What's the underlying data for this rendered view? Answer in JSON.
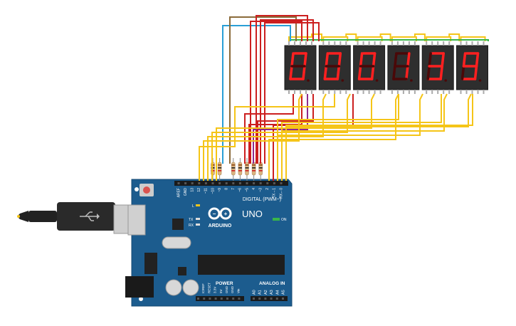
{
  "board": {
    "brand": "ARDUINO",
    "model": "UNO",
    "digital_label": "DIGITAL (PWM~)",
    "power_label": "POWER",
    "analog_label": "ANALOG IN",
    "on_label": "ON",
    "led_l": "L",
    "led_tx": "TX",
    "led_rx": "RX",
    "top_pins": [
      "AREF",
      "GND",
      "13",
      "12",
      "~11",
      "~10",
      "~9",
      "8",
      "7",
      "~6",
      "~5",
      "4",
      "~3",
      "2",
      "TX→1",
      "RX←0"
    ],
    "power_pins": [
      "IOREF",
      "RESET",
      "3.3V",
      "5V",
      "GND",
      "GND",
      "Vin"
    ],
    "analog_pins": [
      "A0",
      "A1",
      "A2",
      "A3",
      "A4",
      "A5"
    ]
  },
  "displays": {
    "digits": [
      "0",
      "0",
      "0",
      "1",
      "3",
      "9"
    ]
  },
  "colors": {
    "board": "#1c5c8e",
    "wire_yellow": "#f5c518",
    "wire_red": "#cc1f1f",
    "wire_blue": "#2a9fd6",
    "wire_brown": "#8b6b3a",
    "wire_green": "#39b54a",
    "wire_purple": "#8e2a8e",
    "segment_on": "#ff2020",
    "segment_off": "#4a0808",
    "display_body": "#2e2e2e"
  }
}
